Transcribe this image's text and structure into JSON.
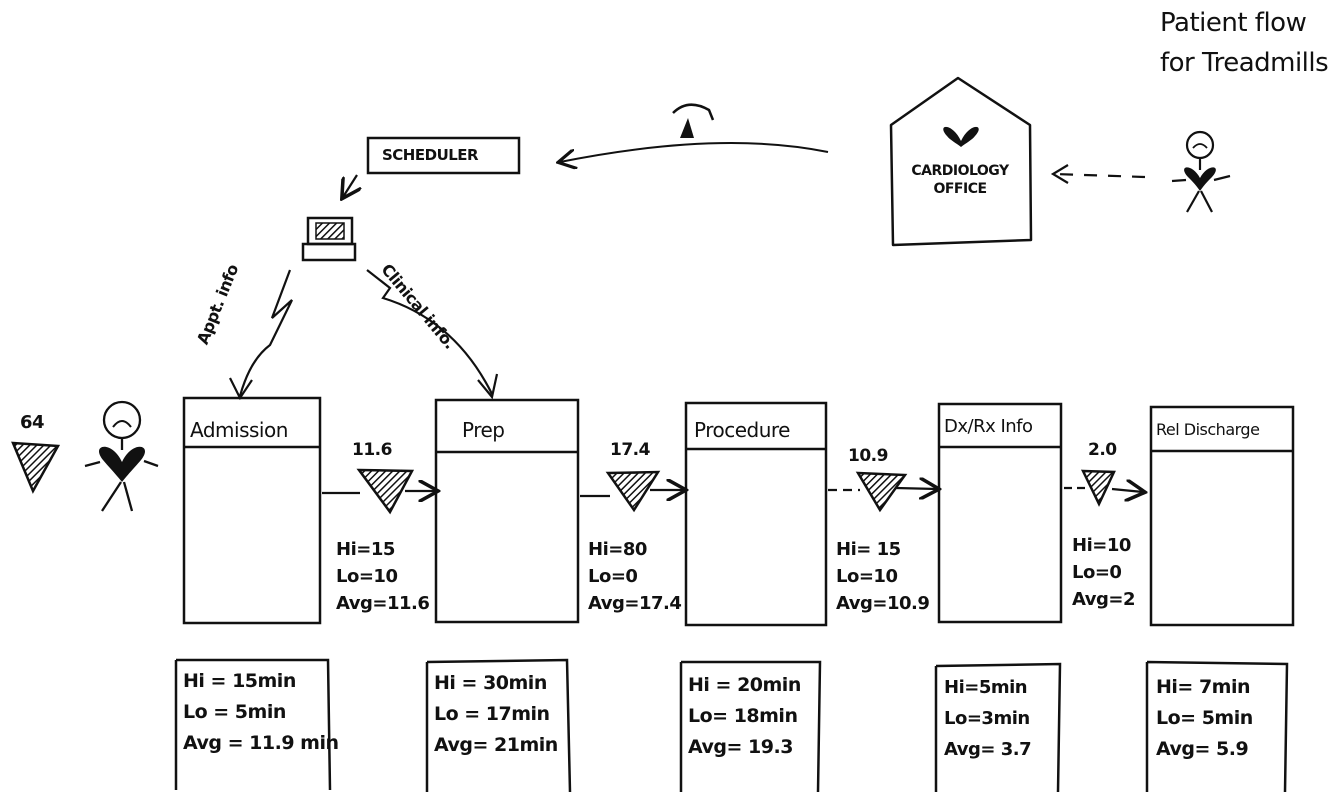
{
  "title": [
    "Patient flow",
    "for Treadmills"
  ],
  "office": {
    "line1": "CARDIOLOGY",
    "line2": "OFFICE"
  },
  "scheduler": "SCHEDULER",
  "flows": {
    "appt": "Appt. info",
    "clinical": "Clinical info."
  },
  "start_inventory": "64",
  "processes": [
    {
      "name": "Admission",
      "time": {
        "hi": "Hi = 15min",
        "lo": "Lo = 5min",
        "avg": "Avg = 11.9 min"
      }
    },
    {
      "name": "Prep",
      "time": {
        "hi": "Hi = 30min",
        "lo": "Lo = 17min",
        "avg": "Avg= 21min"
      }
    },
    {
      "name": "Procedure",
      "time": {
        "hi": "Hi = 20min",
        "lo": "Lo= 18min",
        "avg": "Avg= 19.3"
      }
    },
    {
      "name": "Dx/Rx Info",
      "time": {
        "hi": "Hi=5min",
        "lo": "Lo=3min",
        "avg": "Avg= 3.7"
      }
    },
    {
      "name": "Rel Discharge",
      "time": {
        "hi": "Hi= 7min",
        "lo": "Lo= 5min",
        "avg": "Avg= 5.9"
      }
    }
  ],
  "waits": [
    {
      "value": "11.6",
      "hi": "Hi=15",
      "lo": "Lo=10",
      "avg": "Avg=11.6"
    },
    {
      "value": "17.4",
      "hi": "Hi=80",
      "lo": "Lo=0",
      "avg": "Avg=17.4"
    },
    {
      "value": "10.9",
      "hi": "Hi= 15",
      "lo": "Lo=10",
      "avg": "Avg=10.9"
    },
    {
      "value": "2.0",
      "hi": "Hi=10",
      "lo": "Lo=0",
      "avg": "Avg=2"
    }
  ],
  "icons": [
    "patient-figure-icon",
    "heart-icon",
    "inventory-triangle-icon",
    "computer-icon",
    "phone-icon",
    "building-icon",
    "push-arrow-icon",
    "electronic-flow-arrow-icon"
  ]
}
